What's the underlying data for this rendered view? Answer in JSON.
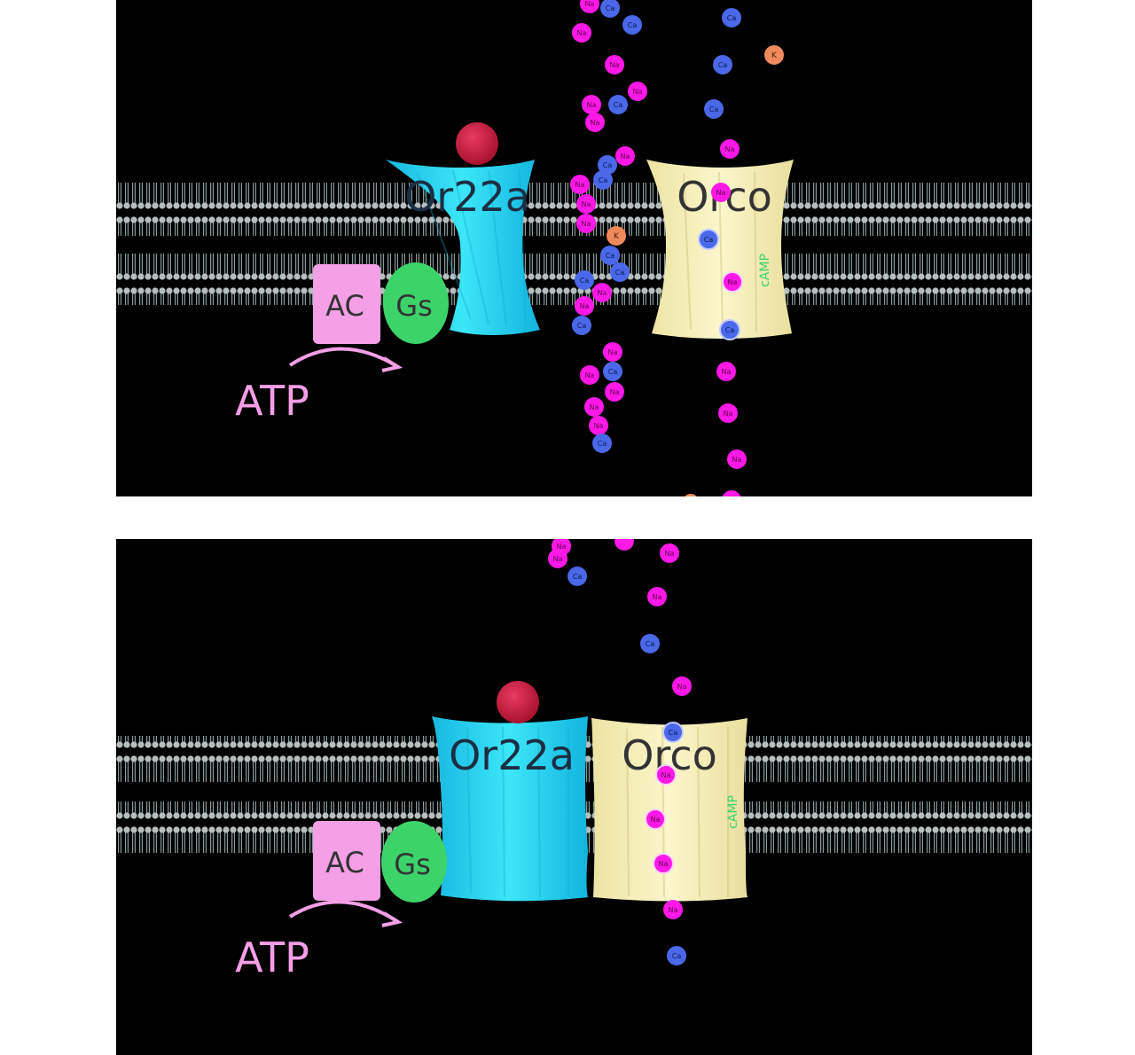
{
  "panels": [
    {
      "receptor_label": "Or22a",
      "coreceptor_label": "Orco",
      "coreceptor_sublabel": "cAMP",
      "enzyme_label": "AC",
      "gprotein_label": "Gs",
      "substrate_label": "ATP"
    },
    {
      "receptor_label": "Or22a",
      "coreceptor_label": "Orco",
      "coreceptor_sublabel": "cAMP",
      "enzyme_label": "AC",
      "gprotein_label": "Gs",
      "substrate_label": "ATP"
    }
  ],
  "ion_labels": {
    "sodium": "Na",
    "calcium": "Ca",
    "potassium": "K"
  },
  "colors": {
    "receptor": "#19d7ee",
    "coreceptor": "#f6f0b6",
    "enzyme": "#f59fe6",
    "gprotein": "#3cd46a",
    "odorant": "#c8173e",
    "sodium_ion": "#ff18e6",
    "calcium_ion": "#4a68e8",
    "potassium_ion": "#f08a5d",
    "membrane": "#c8d6d6",
    "camp_text": "#3cd46a",
    "atp_text": "#f59fe6"
  }
}
